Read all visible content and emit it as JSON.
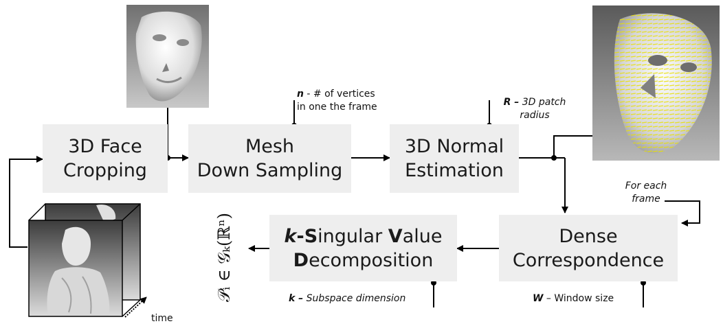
{
  "boxes": {
    "cropping": {
      "line1": "3D Face",
      "line2": "Cropping"
    },
    "downsampling": {
      "line1": "Mesh",
      "line2": "Down Sampling"
    },
    "normal": {
      "line1": "3D Normal",
      "line2": "Estimation"
    },
    "dense": {
      "line1": "Dense",
      "line2": "Correspondence"
    },
    "ksvd": {
      "k": "k",
      "dash": "-",
      "s": "S",
      "ingular": "ingular ",
      "v": "V",
      "alue": "alue",
      "d": "D",
      "ecomposition": "ecomposition"
    }
  },
  "notes": {
    "n": {
      "var": "n",
      "text1": " - # of vertices",
      "text2": "in one the frame"
    },
    "r": {
      "var": "R –",
      "text1": " 3D patch",
      "text2": "radius"
    },
    "k": {
      "var": "k –",
      "text": " Subspace dimension"
    },
    "w": {
      "var": "W",
      "text": " – Window size"
    },
    "frame": {
      "line1": "For each",
      "line2": "frame"
    },
    "time": "time"
  },
  "output_formula": "𝒫ᵢ ∈ 𝒢ₖ(ℝⁿ)"
}
